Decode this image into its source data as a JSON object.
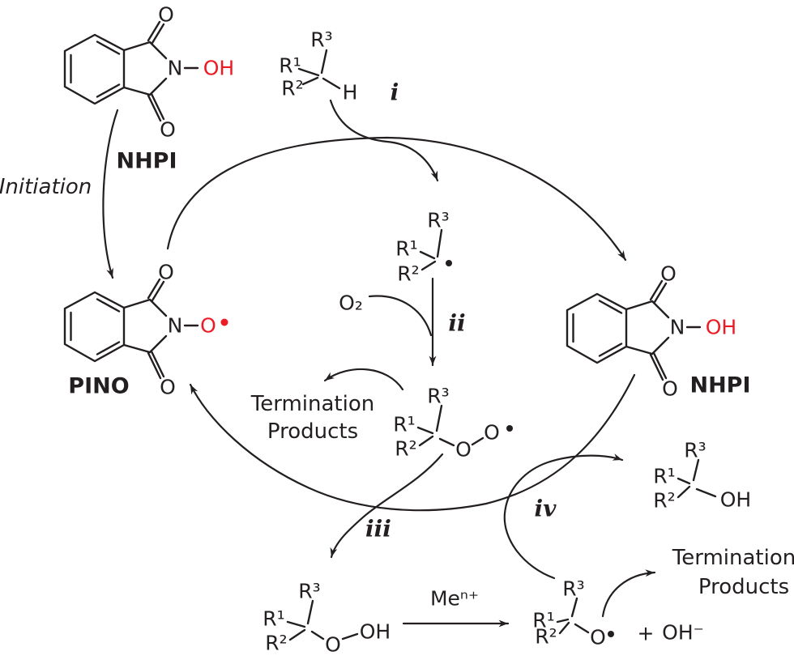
{
  "figure": {
    "type": "reaction-mechanism-diagram",
    "description": "NHPI / PINO catalytic aerobic oxidation radical chain cycle",
    "colors": {
      "line": "#231f20",
      "heteroatom_red": "#ed1c24",
      "background": "#ffffff"
    },
    "molecules": {
      "nhpi_left": {
        "label": "NHPI",
        "n": "N",
        "o_top": "O",
        "o_bottom": "O",
        "hydroxyl": "OH"
      },
      "pino": {
        "label": "PINO",
        "n": "N",
        "o_top": "O",
        "o_bottom": "O",
        "oxyl": "O"
      },
      "nhpi_right": {
        "label": "NHPI",
        "n": "N",
        "o_top": "O",
        "o_bottom": "O",
        "hydroxyl": "OH"
      },
      "substrate": {
        "r1": "R¹",
        "r2": "R²",
        "r3": "R³",
        "h": "H"
      },
      "alkyl_radical": {
        "r1": "R¹",
        "r2": "R²",
        "r3": "R³"
      },
      "peroxyl_radical": {
        "r1": "R¹",
        "r2": "R²",
        "r3": "R³",
        "o1": "O",
        "o2": "O"
      },
      "hydroperoxide": {
        "r1": "R¹",
        "r2": "R²",
        "r3": "R³",
        "o": "O",
        "oh": "OH"
      },
      "alkoxyl_radical": {
        "r1": "R¹",
        "r2": "R²",
        "r3": "R³",
        "o": "O",
        "plus": "+",
        "hydroxide": "OH⁻"
      },
      "alcohol": {
        "r1": "R¹",
        "r2": "R²",
        "r3": "R³",
        "oh": "OH"
      }
    },
    "reagents": {
      "oxygen": "O₂",
      "metal": "Meⁿ⁺"
    },
    "steps": {
      "i": "i",
      "ii": "ii",
      "iii": "iii",
      "iv": "iv"
    },
    "annotations": {
      "initiation": "Initiation",
      "termination_left": {
        "line1": "Termination",
        "line2": "Products"
      },
      "termination_right": {
        "line1": "Termination",
        "line2": "Products"
      }
    }
  }
}
